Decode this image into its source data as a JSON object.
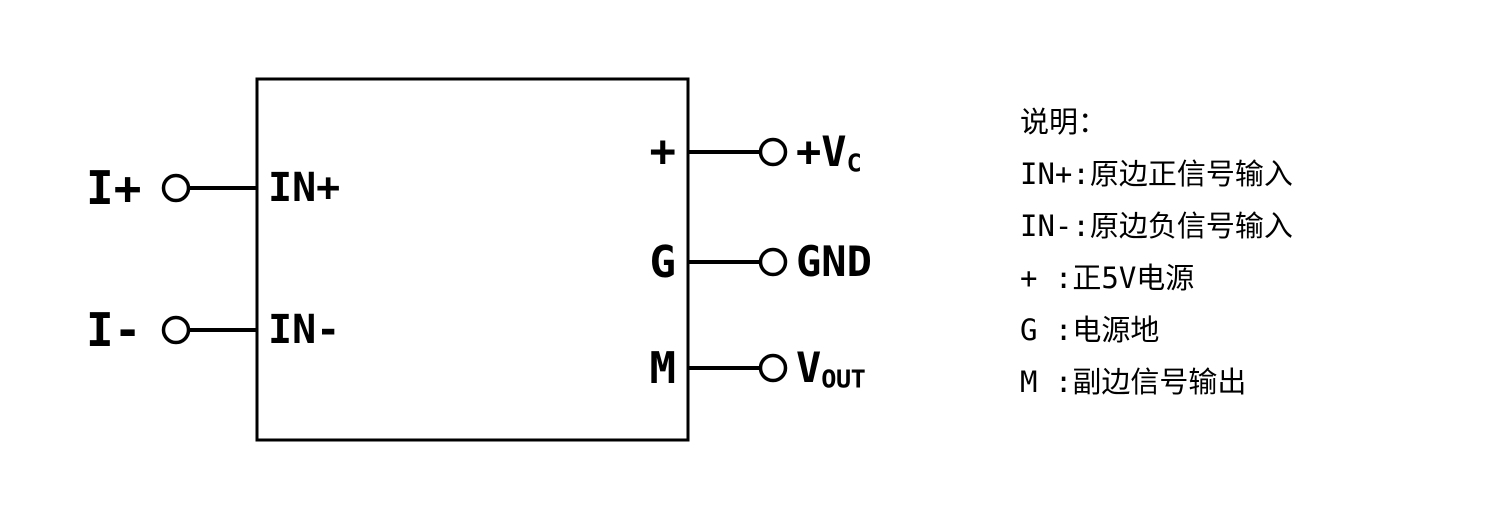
{
  "diagram": {
    "left_pins": [
      {
        "external": "I+",
        "internal": "IN+"
      },
      {
        "external": "I-",
        "internal": "IN-"
      }
    ],
    "right_pins": [
      {
        "internal": "+",
        "external_main": "+V",
        "external_sub": "C"
      },
      {
        "internal": "G",
        "external_main": "GND",
        "external_sub": ""
      },
      {
        "internal": "M",
        "external_main": "V",
        "external_sub": "OUT"
      }
    ],
    "colors": {
      "stroke": "#000000",
      "background": "#ffffff"
    }
  },
  "legend": {
    "title": "说明：",
    "items": [
      "IN+:原边正信号输入",
      "IN-:原边负信号输入",
      "+ :正5V电源",
      "G :电源地",
      "M :副边信号输出"
    ]
  }
}
